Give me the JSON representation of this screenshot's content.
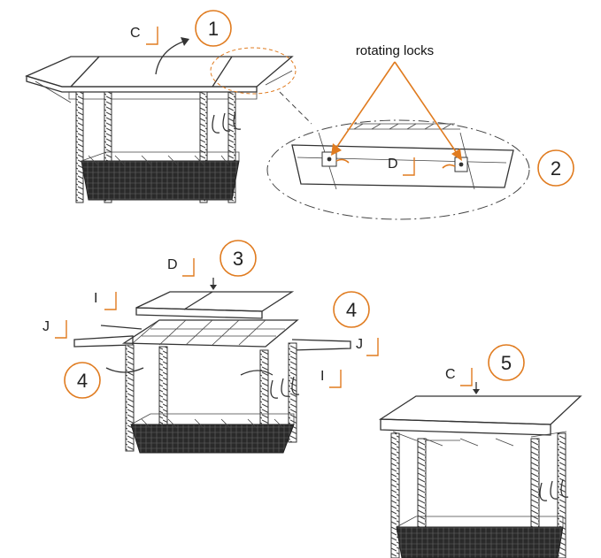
{
  "annotation": "rotating locks",
  "colors": {
    "accent": "#e07b1f",
    "line": "#333333",
    "basket": "#222222"
  },
  "steps": [
    {
      "number": "1"
    },
    {
      "number": "2"
    },
    {
      "number": "3"
    },
    {
      "number": "4"
    },
    {
      "number": "4"
    },
    {
      "number": "5"
    }
  ],
  "parts": {
    "c_top": "C",
    "d_detail": "D",
    "d_step3": "D",
    "i_left": "I",
    "j_left": "J",
    "j_right": "J",
    "i_right": "I",
    "c_step5": "C"
  }
}
